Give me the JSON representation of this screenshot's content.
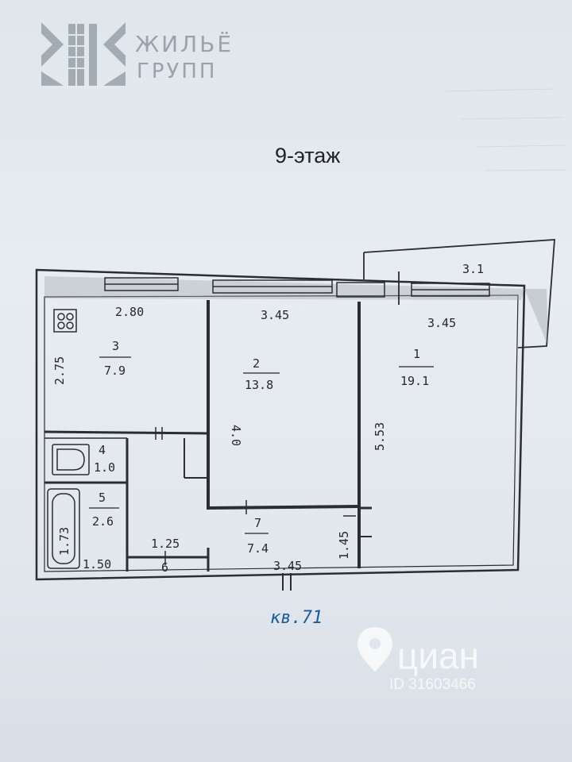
{
  "logo": {
    "line1": "ЖИЛЬЁ",
    "line2": "ГРУПП"
  },
  "floor_title": "9-этаж",
  "apartment_label": "кв.71",
  "balcony": {
    "dimension": "3.1"
  },
  "rooms": [
    {
      "number": "1",
      "area": "19.1",
      "width": "3.45",
      "length": "5.53"
    },
    {
      "number": "2",
      "area": "13.8",
      "width": "3.45",
      "length": "4.0"
    },
    {
      "number": "3",
      "area": "7.9",
      "width": "2.80",
      "length": "2.75"
    },
    {
      "number": "4",
      "area": "1.0"
    },
    {
      "number": "5",
      "area": "2.6",
      "width": "1.50",
      "length": "1.73"
    },
    {
      "number": "6",
      "width": "1.25"
    },
    {
      "number": "7",
      "area": "7.4",
      "width": "3.45",
      "length": "1.45"
    }
  ],
  "watermark": {
    "brand": "циан",
    "id": "ID 31603466"
  }
}
